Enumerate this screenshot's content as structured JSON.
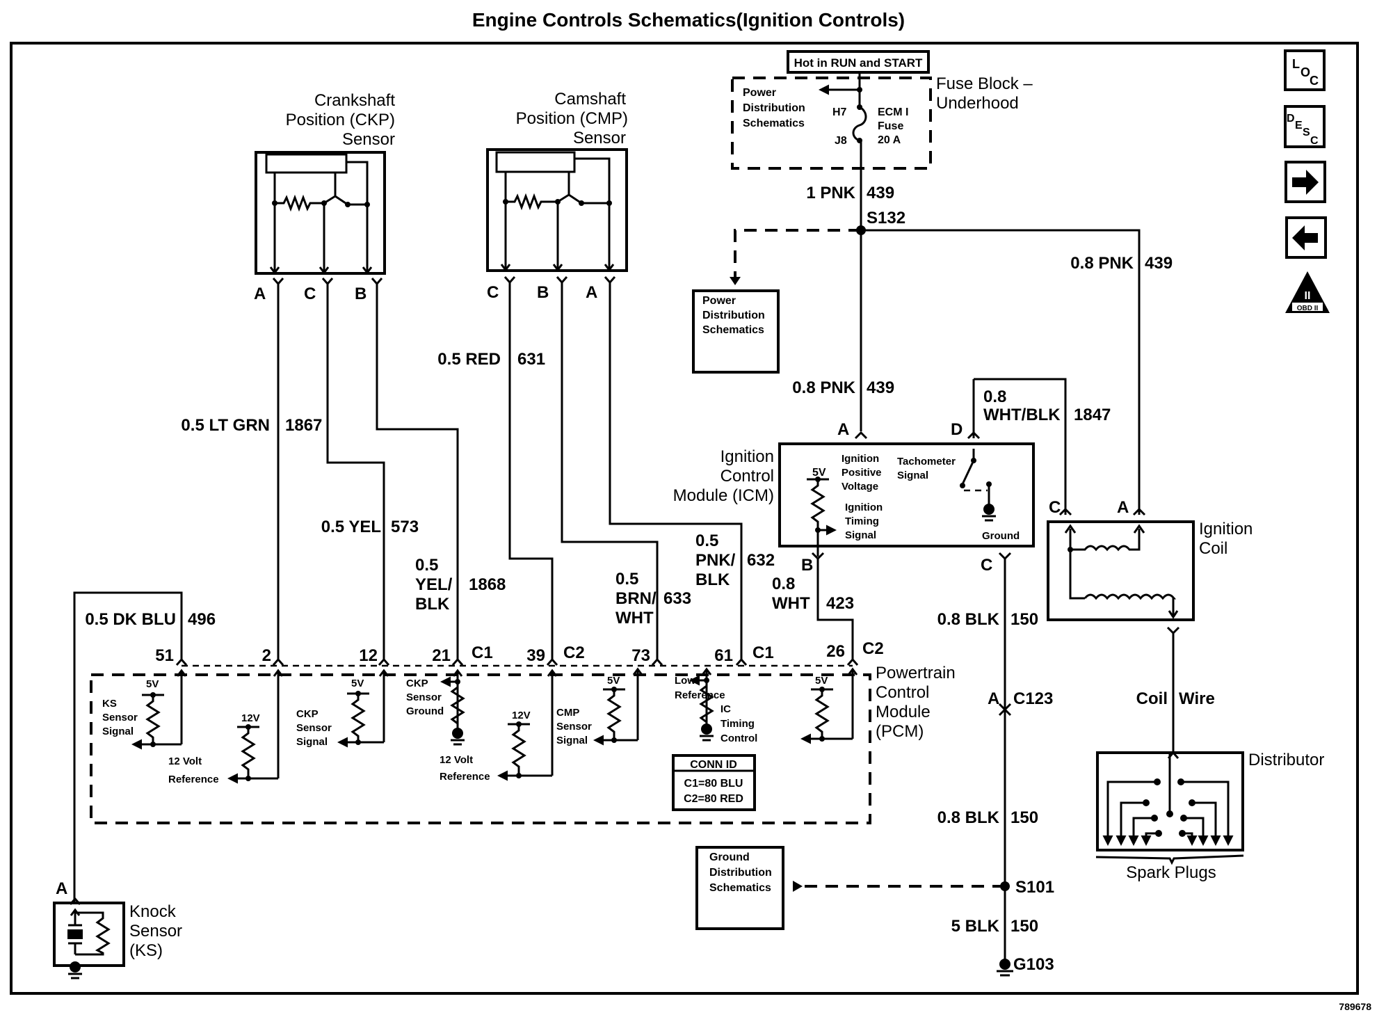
{
  "title": "Engine Controls Schematics(Ignition Controls)",
  "figure_id": "789678",
  "nav_icons": [
    {
      "name": "loc-icon",
      "label": "LOC"
    },
    {
      "name": "desc-icon",
      "label": "DESC"
    },
    {
      "name": "next-arrow-icon",
      "label": "→"
    },
    {
      "name": "back-arrow-icon",
      "label": "←"
    },
    {
      "name": "obd2-icon",
      "label": "OBD II",
      "glyph": "II"
    }
  ],
  "fuse_block": {
    "hot_label": "Hot in RUN and START",
    "name_line1": "Fuse Block –",
    "name_line2": "Underhood",
    "pd_line1": "Power",
    "pd_line2": "Distribution",
    "pd_line3": "Schematics",
    "pin_in": "H7",
    "pin_out": "J8",
    "fuse_line1": "ECM I",
    "fuse_line2": "Fuse",
    "fuse_line3": "20 A"
  },
  "splices": {
    "s132": "S132",
    "s101": "S101",
    "g103": "G103",
    "c123": "C123",
    "c123_pin": "A"
  },
  "power_dist_box": {
    "line1": "Power",
    "line2": "Distribution",
    "line3": "Schematics"
  },
  "ground_dist_box": {
    "line1": "Ground",
    "line2": "Distribution",
    "line3": "Schematics"
  },
  "ckp_sensor": {
    "line1": "Crankshaft",
    "line2": "Position (CKP)",
    "line3": "Sensor",
    "pins": [
      "A",
      "C",
      "B"
    ]
  },
  "cmp_sensor": {
    "line1": "Camshaft",
    "line2": "Position (CMP)",
    "line3": "Sensor",
    "pins": [
      "C",
      "B",
      "A"
    ]
  },
  "icm": {
    "line1": "Ignition",
    "line2": "Control",
    "line3": "Module (ICM)",
    "pins": {
      "a": "A",
      "d": "D",
      "b": "B",
      "c": "C"
    },
    "v5": "5V",
    "ipv": [
      "Ignition",
      "Positive",
      "Voltage"
    ],
    "its": [
      "Ignition",
      "Timing",
      "Signal"
    ],
    "tach": [
      "Tachometer",
      "Signal"
    ],
    "ground": "Ground"
  },
  "coil": {
    "line1": "Ignition",
    "line2": "Coil",
    "pins": {
      "c": "C",
      "a": "A"
    },
    "wire_left": "Coil",
    "wire_right": "Wire"
  },
  "distributor": {
    "label": "Distributor",
    "plugs": "Spark Plugs"
  },
  "knock_sensor": {
    "line1": "Knock",
    "line2": "Sensor",
    "line3": "(KS)",
    "pin": "A"
  },
  "pcm": {
    "line1": "Powertrain",
    "line2": "Control",
    "line3": "Module",
    "line4": "(PCM)",
    "conn_id_title": "CONN ID",
    "conn_c1": "C1=80 BLU",
    "conn_c2": "C2=80 RED",
    "pins": [
      {
        "num": "51",
        "conn": ""
      },
      {
        "num": "2",
        "conn": ""
      },
      {
        "num": "12",
        "conn": ""
      },
      {
        "num": "21",
        "conn": "C1"
      },
      {
        "num": "39",
        "conn": "C2"
      },
      {
        "num": "73",
        "conn": ""
      },
      {
        "num": "61",
        "conn": "C1"
      },
      {
        "num": "26",
        "conn": "C2"
      }
    ],
    "ks_signal": [
      "KS",
      "Sensor",
      "Signal"
    ],
    "v5": "5V",
    "v12": "12V",
    "ref12": [
      "12 Volt",
      "Reference"
    ],
    "ckp_signal": [
      "CKP",
      "Sensor",
      "Signal"
    ],
    "ckp_ground": [
      "CKP",
      "Sensor",
      "Ground"
    ],
    "cmp_signal": [
      "CMP",
      "Sensor",
      "Signal"
    ],
    "low_ref": [
      "Low",
      "Reference"
    ],
    "ic_timing": [
      "IC",
      "Timing",
      "Control"
    ]
  },
  "wires": {
    "w1_pnk_439": {
      "size_color": "1 PNK",
      "circuit": "439"
    },
    "w08_pnk_439_right": {
      "size_color": "0.8 PNK",
      "circuit": "439"
    },
    "w08_pnk_439_icm": {
      "size_color": "0.8 PNK",
      "circuit": "439"
    },
    "wht_blk_1847": {
      "size": "0.8",
      "color": "WHT/BLK",
      "circuit": "1847"
    },
    "lt_grn_1867": {
      "size_color": "0.5 LT GRN",
      "circuit": "1867"
    },
    "yel_573": {
      "size_color": "0.5 YEL",
      "circuit": "573"
    },
    "yel_blk_1868": {
      "size": "0.5",
      "color1": "YEL/",
      "color2": "BLK",
      "circuit": "1868"
    },
    "red_631": {
      "size_color": "0.5 RED",
      "circuit": "631"
    },
    "brn_wht_633": {
      "size": "0.5",
      "color1": "BRN/",
      "color2": "WHT",
      "circuit": "633"
    },
    "pnk_blk_632": {
      "size": "0.5",
      "color1": "PNK/",
      "color2": "BLK",
      "circuit": "632"
    },
    "wht_423": {
      "size": "0.8",
      "color": "WHT",
      "circuit": "423"
    },
    "dk_blu_496": {
      "size_color": "0.5 DK BLU",
      "circuit": "496"
    },
    "blk_150_a": {
      "size_color": "0.8 BLK",
      "circuit": "150"
    },
    "blk_150_b": {
      "size_color": "0.8 BLK",
      "circuit": "150"
    },
    "blk_150_c": {
      "size_color": "5 BLK",
      "circuit": "150"
    }
  }
}
